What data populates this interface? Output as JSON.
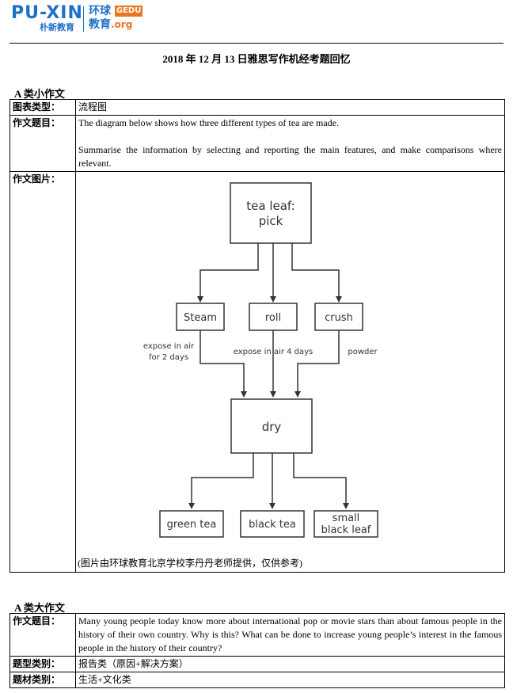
{
  "header": {
    "logo_puxin": "PU-XIN",
    "logo_puxin_cn": "朴新教育",
    "logo_gedu_cn1": "环球",
    "logo_gedu_tag": "GEDU",
    "logo_gedu_cn2": "教育",
    "logo_gedu_org": ".org",
    "brand_blue": "#1e6fc9",
    "brand_orange": "#e87722"
  },
  "title": "2018 年 12 月 13 日雅思写作机经考题回忆",
  "task1": {
    "section_title": "A 类小作文",
    "rows": {
      "chart_type_label": "图表类型：",
      "chart_type_value": "流程图",
      "topic_label": "作文题目：",
      "topic_p1": "The diagram below shows how three different types of tea are made.",
      "topic_p2": "Summarise the information by selecting and reporting the main features, and make comparisons where relevant.",
      "image_label": "作文图片：",
      "image_credit": "(图片由环球教育北京学校李丹丹老师提供，仅供参考)"
    },
    "diagram": {
      "top_line1": "tea leaf:",
      "top_line2": "pick",
      "step_steam": "Steam",
      "step_roll": "roll",
      "step_crush": "crush",
      "note_left_line1": "expose in air",
      "note_left_line2": "for 2 days",
      "note_mid": "expose in air 4 days",
      "note_right": "powder",
      "center": "dry",
      "out_green": "green tea",
      "out_black": "black tea",
      "out_small_line1": "small",
      "out_small_line2": "black leaf"
    }
  },
  "task2": {
    "section_title": "A 类大作文",
    "topic_label": "作文题目：",
    "topic_value": "Many young people today know more about international pop or movie stars than about famous people in the history of their own country. Why is this? What can be done to increase young people’s interest in the famous people in the history of their country?",
    "type_label": "题型类别：",
    "type_value": "报告类（原因+解决方案）",
    "subject_label": "题材类别：",
    "subject_value": "生活+文化类"
  }
}
